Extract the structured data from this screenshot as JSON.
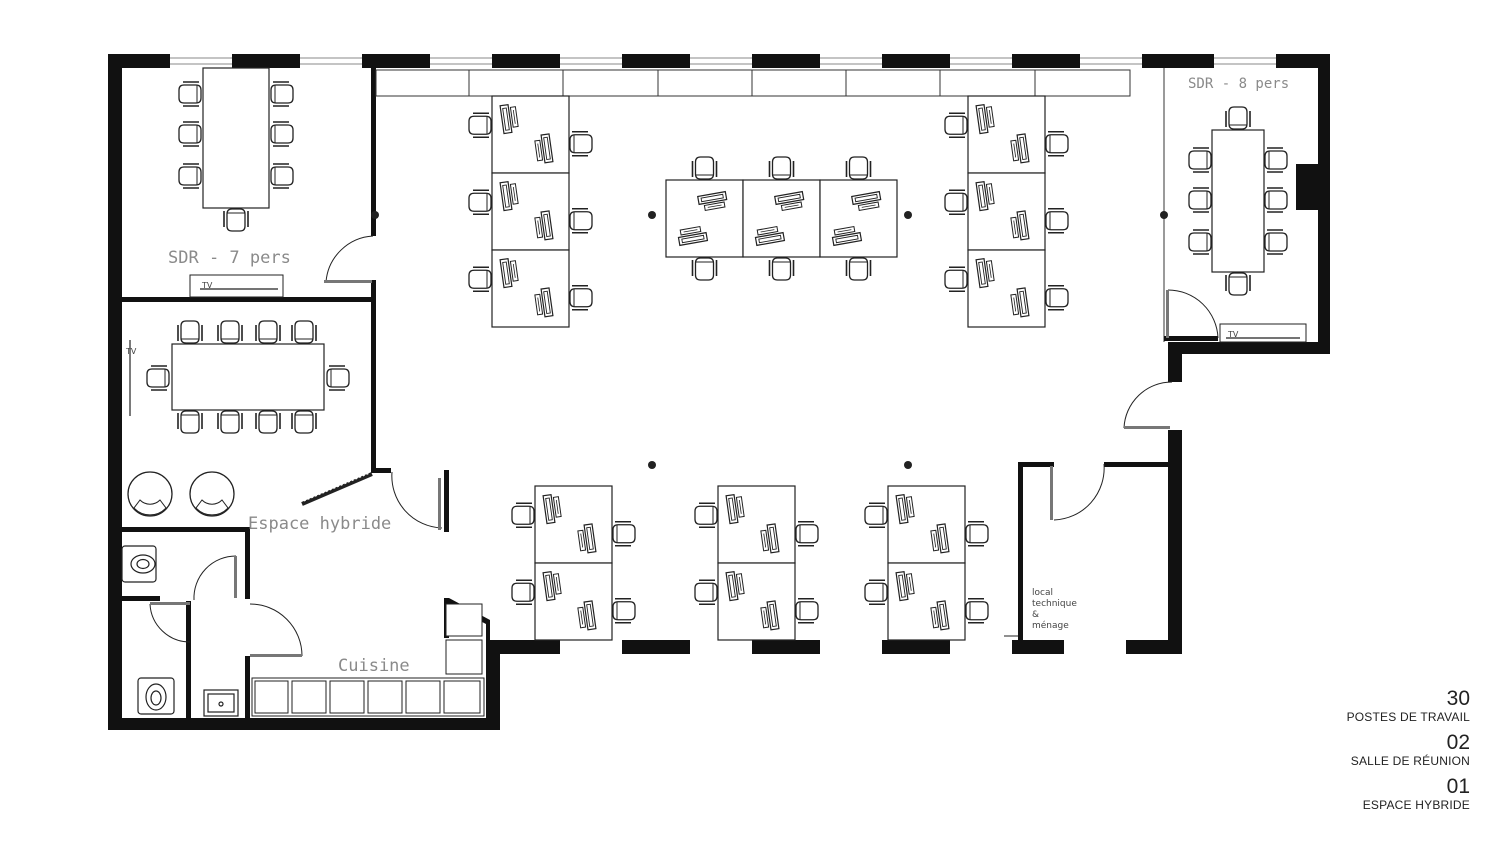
{
  "rooms": {
    "sdr7": "SDR - 7 pers",
    "sdr8": "SDR - 8 pers",
    "hybrid": "Espace hybride",
    "kitchen": "Cuisine",
    "technical": [
      "local",
      "technique",
      "&",
      "ménage"
    ],
    "tv": "TV"
  },
  "legend": [
    {
      "number": "30",
      "label": "POSTES DE TRAVAIL"
    },
    {
      "number": "02",
      "label": "SALLE DE RÉUNION"
    },
    {
      "number": "01",
      "label": "ESPACE HYBRIDE"
    }
  ]
}
